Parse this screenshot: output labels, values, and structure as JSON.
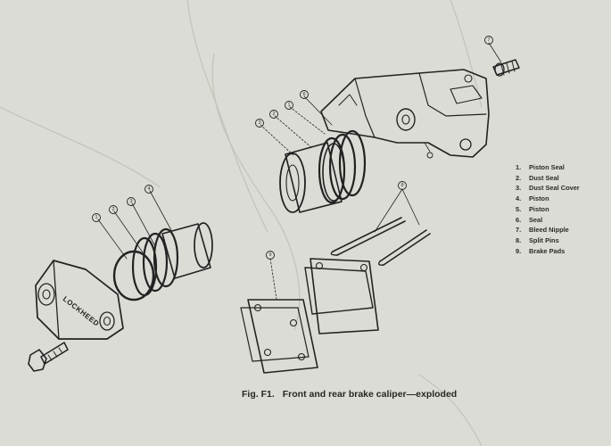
{
  "figure": {
    "caption_label": "Fig. F1.",
    "caption_text": "Front and rear brake caliper—exploded",
    "cast_lettering": "LOCKHEED"
  },
  "parts_list": [
    {
      "num": "1.",
      "name": "Piston Seal"
    },
    {
      "num": "2.",
      "name": "Dust Seal"
    },
    {
      "num": "3.",
      "name": "Dust Seal Cover"
    },
    {
      "num": "4.",
      "name": "Piston"
    },
    {
      "num": "5.",
      "name": "Piston"
    },
    {
      "num": "6.",
      "name": "Seal"
    },
    {
      "num": "7.",
      "name": "Bleed Nipple"
    },
    {
      "num": "8.",
      "name": "Split Pins"
    },
    {
      "num": "9.",
      "name": "Brake Pads"
    }
  ],
  "callouts": {
    "front_caliper": [
      "1",
      "2",
      "3",
      "4"
    ],
    "rear_caliper": [
      "3",
      "2",
      "1",
      "6"
    ],
    "bleed_nipple": "7",
    "split_pins": "8",
    "brake_pads": "9"
  }
}
